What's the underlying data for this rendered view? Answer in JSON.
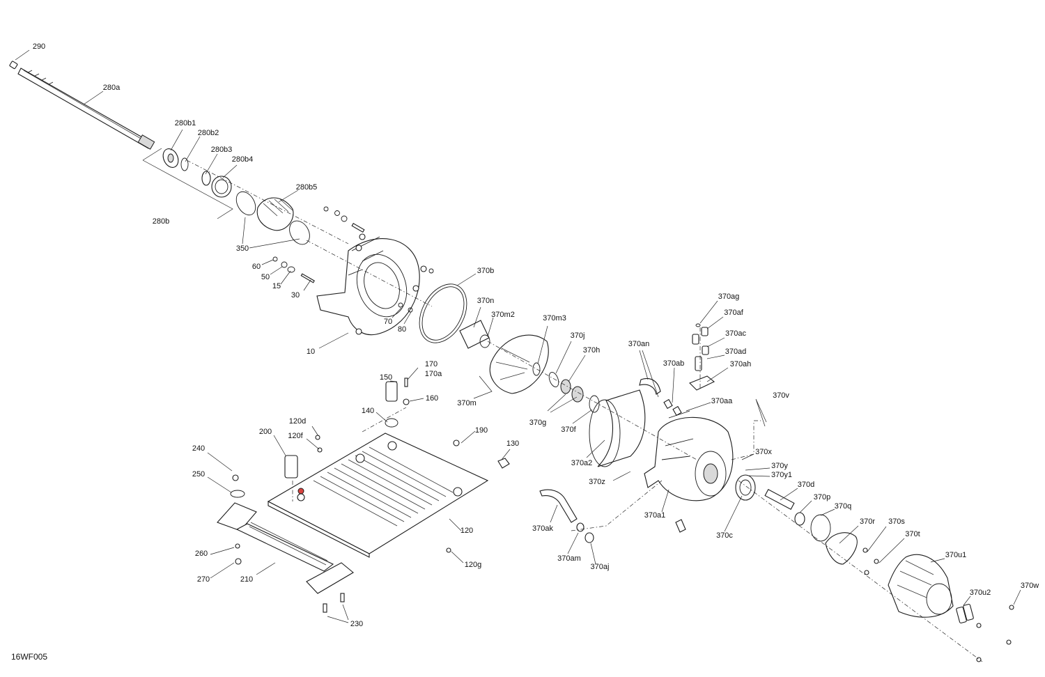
{
  "figure_code": "16WF005",
  "labels": [
    "290",
    "280a",
    "280b1",
    "280b2",
    "280b3",
    "280b4",
    "280b5",
    "280b",
    "350",
    "60",
    "50",
    "15",
    "30",
    "10",
    "70",
    "80",
    "370b",
    "370n",
    "370m2",
    "370m3",
    "370m",
    "370j",
    "370h",
    "370g",
    "370f",
    "370a2",
    "370an",
    "370ab",
    "370ag",
    "370af",
    "370ac",
    "370ad",
    "370ah",
    "370aa",
    "370v",
    "370x",
    "370y",
    "370y1",
    "370z",
    "370a1",
    "370c",
    "370d",
    "370p",
    "370q",
    "370r",
    "370s",
    "370t",
    "370u1",
    "370u2",
    "370w",
    "370ak",
    "370am",
    "370aj",
    "170",
    "170a",
    "150",
    "160",
    "140",
    "120d",
    "120f",
    "200",
    "190",
    "130",
    "240",
    "250",
    "120",
    "120g",
    "260",
    "270",
    "210",
    "230"
  ],
  "highlight_color": "#d9433f"
}
